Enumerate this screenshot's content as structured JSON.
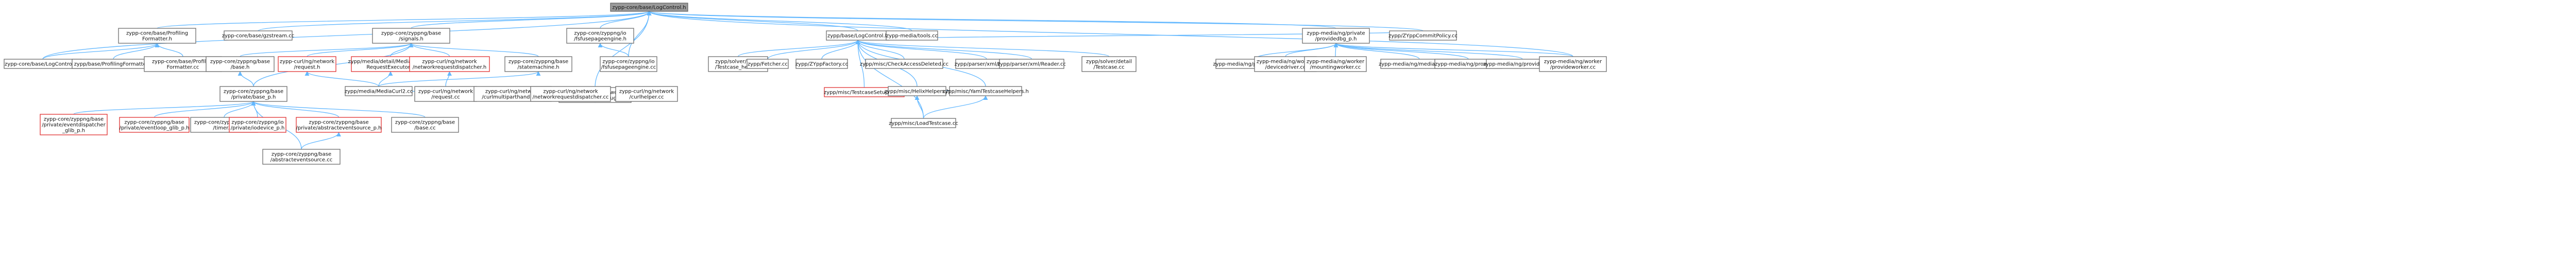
{
  "graph": {
    "colors": {
      "root_fill": "#9a9a9a",
      "node_border": "#6c6c6c",
      "missing_border": "#e03030",
      "edge": "#63b8ff"
    },
    "nodes": [
      {
        "id": "root",
        "lines": [
          "zypp-core/base/LogControl.h"
        ],
        "style": "root"
      },
      {
        "id": "profiling",
        "lines": [
          "zypp-core/base/Profiling",
          "Formatter.h"
        ],
        "style": "std"
      },
      {
        "id": "gzstream",
        "lines": [
          "zypp-core/base/gzstream.cc"
        ],
        "style": "std"
      },
      {
        "id": "signals",
        "lines": [
          "zypp-core/zyppng/base",
          "/signals.h"
        ],
        "style": "std"
      },
      {
        "id": "fsengine_h",
        "lines": [
          "zypp-core/zyppng/io",
          "/fsfusepageengine.h"
        ],
        "style": "std"
      },
      {
        "id": "base_logctl",
        "lines": [
          "zypp/base/LogControl.h"
        ],
        "style": "std"
      },
      {
        "id": "mediatools",
        "lines": [
          "zypp-media/tools.cc"
        ],
        "style": "std"
      },
      {
        "id": "provide_p",
        "lines": [
          "zypp-media/ng/private",
          "/providedbg_p.h"
        ],
        "style": "std"
      },
      {
        "id": "commitpol",
        "lines": [
          "zypp/ZYppCommitPolicy.cc"
        ],
        "style": "std"
      },
      {
        "id": "logctl_cc",
        "lines": [
          "zypp-core/base/LogControl.cc"
        ],
        "style": "std"
      },
      {
        "id": "profiling_h",
        "lines": [
          "zypp/base/ProfilingFormatter.h"
        ],
        "style": "std"
      },
      {
        "id": "profiling_cc",
        "lines": [
          "zypp-core/base/Profiling",
          "Formatter.cc"
        ],
        "style": "std"
      },
      {
        "id": "base_h",
        "lines": [
          "zypp-core/zyppng/base",
          "/base.h"
        ],
        "style": "std"
      },
      {
        "id": "curl_req",
        "lines": [
          "zypp-curl/ng/network",
          "/request.h"
        ],
        "style": "miss"
      },
      {
        "id": "req_exec",
        "lines": [
          "zypp/media/detail/MediaNetwork",
          "RequestExecutor.h"
        ],
        "style": "miss"
      },
      {
        "id": "req_disp",
        "lines": [
          "zypp-curl/ng/network",
          "/networkrequestdispatcher.h"
        ],
        "style": "miss"
      },
      {
        "id": "statemachine",
        "lines": [
          "zypp-core/zyppng/base",
          "/statemachine.h"
        ],
        "style": "std"
      },
      {
        "id": "media_p",
        "lines": [
          "zypp-curl/ng/network",
          "/private/mediadebug_p.h"
        ],
        "style": "std"
      },
      {
        "id": "fsengine_cc",
        "lines": [
          "zypp-core/zyppng/io",
          "/fsfusepageengine.cc"
        ],
        "style": "std"
      },
      {
        "id": "testcase_help",
        "lines": [
          "zypp/solver/detail",
          "/Testcase_helix.cc"
        ],
        "style": "std"
      },
      {
        "id": "fetcher",
        "lines": [
          "zypp/Fetcher.cc"
        ],
        "style": "std"
      },
      {
        "id": "zyppfactory",
        "lines": [
          "zypp/ZYppFactory.cc"
        ],
        "style": "std"
      },
      {
        "id": "checkaccess",
        "lines": [
          "zypp/misc/CheckAccessDeleted.cc"
        ],
        "style": "std"
      },
      {
        "id": "testcase_setup",
        "lines": [
          "zypp/misc/TestcaseSetupImpl.h"
        ],
        "style": "miss"
      },
      {
        "id": "parser_xml",
        "lines": [
          "zypp/parser/xml/Node.cc"
        ],
        "style": "std"
      },
      {
        "id": "parser_reader",
        "lines": [
          "zypp/parser/xml/Reader.cc"
        ],
        "style": "std"
      },
      {
        "id": "solver_testcase",
        "lines": [
          "zypp/solver/detail",
          "/Testcase.cc"
        ],
        "style": "std"
      },
      {
        "id": "providequeue",
        "lines": [
          "zypp-media/ng/providequeue.cc"
        ],
        "style": "std"
      },
      {
        "id": "worker_dev",
        "lines": [
          "zypp-media/ng/worker",
          "/devicedriver.cc"
        ],
        "style": "std"
      },
      {
        "id": "worker_mount",
        "lines": [
          "zypp-media/ng/worker",
          "/mountingworker.cc"
        ],
        "style": "std"
      },
      {
        "id": "mediaverifier",
        "lines": [
          "zypp-media/ng/mediaverifier.cc"
        ],
        "style": "std"
      },
      {
        "id": "provide_cc",
        "lines": [
          "zypp-media/ng/provide.cc"
        ],
        "style": "std"
      },
      {
        "id": "provideitem",
        "lines": [
          "zypp-media/ng/provideitem.cc"
        ],
        "style": "std"
      },
      {
        "id": "worker_prov",
        "lines": [
          "zypp-media/ng/worker",
          "/provideworker.cc"
        ],
        "style": "std"
      },
      {
        "id": "base_p",
        "lines": [
          "zypp-core/zyppng/base",
          "/private/base_p.h"
        ],
        "style": "std"
      },
      {
        "id": "mediacurl2",
        "lines": [
          "zypp/media/MediaCurl2.cc"
        ],
        "style": "std"
      },
      {
        "id": "req_cc",
        "lines": [
          "zypp-curl/ng/network",
          "/request.cc"
        ],
        "style": "std"
      },
      {
        "id": "curlmulti",
        "lines": [
          "zypp-curl/ng/network",
          "/curlmultiparthandler.cc"
        ],
        "style": "std"
      },
      {
        "id": "netdisp_cc",
        "lines": [
          "zypp-curl/ng/network",
          "/networkrequestdispatcher.cc"
        ],
        "style": "std"
      },
      {
        "id": "curlhelper",
        "lines": [
          "zypp-curl/ng/network",
          "/curlhelper.cc"
        ],
        "style": "std"
      },
      {
        "id": "helix",
        "lines": [
          "zypp/misc/HelixHelpers.h"
        ],
        "style": "std"
      },
      {
        "id": "yamltest",
        "lines": [
          "zypp/misc/YamlTestcaseHelpers.h"
        ],
        "style": "std"
      },
      {
        "id": "evdisp_glib",
        "lines": [
          "zypp-core/zyppng/base",
          "/private/eventdispatcher",
          "_glib_p.h"
        ],
        "style": "miss"
      },
      {
        "id": "evloop_glib",
        "lines": [
          "zypp-core/zyppng/base",
          "/private/eventloop_glib_p.h"
        ],
        "style": "miss"
      },
      {
        "id": "timer",
        "lines": [
          "zypp-core/zyppng/base",
          "/timer.cc"
        ],
        "style": "std"
      },
      {
        "id": "iodevice",
        "lines": [
          "zypp-core/zyppng/io",
          "/private/iodevice_p.h"
        ],
        "style": "miss"
      },
      {
        "id": "abstract_evsrc",
        "lines": [
          "zypp-core/zyppng/base",
          "/private/abstracteventsource_p.h"
        ],
        "style": "miss"
      },
      {
        "id": "base_cc",
        "lines": [
          "zypp-core/zyppng/base",
          "/base.cc"
        ],
        "style": "std"
      },
      {
        "id": "loadtestcase",
        "lines": [
          "zypp/misc/LoadTestcase.cc"
        ],
        "style": "std"
      },
      {
        "id": "abstract_evsrc_cc",
        "lines": [
          "zypp-core/zyppng/base",
          "/abstracteventsource.cc"
        ],
        "style": "std"
      }
    ],
    "edges": [
      [
        "root",
        "profiling"
      ],
      [
        "root",
        "gzstream"
      ],
      [
        "root",
        "signals"
      ],
      [
        "root",
        "fsengine_h"
      ],
      [
        "root",
        "base_logctl"
      ],
      [
        "root",
        "mediatools"
      ],
      [
        "root",
        "provide_p"
      ],
      [
        "root",
        "commitpol"
      ],
      [
        "root",
        "logctl_cc"
      ],
      [
        "root",
        "media_p"
      ],
      [
        "root",
        "fsengine_cc"
      ],
      [
        "root",
        "worker_prov"
      ],
      [
        "profiling",
        "logctl_cc"
      ],
      [
        "profiling",
        "profiling_h"
      ],
      [
        "profiling",
        "profiling_cc"
      ],
      [
        "signals",
        "base_h"
      ],
      [
        "signals",
        "curl_req"
      ],
      [
        "signals",
        "req_exec"
      ],
      [
        "signals",
        "req_disp"
      ],
      [
        "signals",
        "statemachine"
      ],
      [
        "signals",
        "base_p"
      ],
      [
        "fsengine_h",
        "fsengine_cc"
      ],
      [
        "base_h",
        "base_p"
      ],
      [
        "curl_req",
        "mediacurl2"
      ],
      [
        "req_exec",
        "mediacurl2"
      ],
      [
        "req_disp",
        "req_cc"
      ],
      [
        "statemachine",
        "mediacurl2"
      ],
      [
        "media_p",
        "mediacurl2"
      ],
      [
        "media_p",
        "req_cc"
      ],
      [
        "media_p",
        "curlmulti"
      ],
      [
        "media_p",
        "netdisp_cc"
      ],
      [
        "media_p",
        "curlhelper"
      ],
      [
        "base_p",
        "evdisp_glib"
      ],
      [
        "base_p",
        "evloop_glib"
      ],
      [
        "base_p",
        "timer"
      ],
      [
        "base_p",
        "iodevice"
      ],
      [
        "base_p",
        "abstract_evsrc"
      ],
      [
        "base_p",
        "base_cc"
      ],
      [
        "base_p",
        "abstract_evsrc_cc"
      ],
      [
        "abstract_evsrc",
        "abstract_evsrc_cc"
      ],
      [
        "base_logctl",
        "testcase_help"
      ],
      [
        "base_logctl",
        "fetcher"
      ],
      [
        "base_logctl",
        "zyppfactory"
      ],
      [
        "base_logctl",
        "checkaccess"
      ],
      [
        "base_logctl",
        "testcase_setup"
      ],
      [
        "base_logctl",
        "parser_xml"
      ],
      [
        "base_logctl",
        "parser_reader"
      ],
      [
        "base_logctl",
        "solver_testcase"
      ],
      [
        "base_logctl",
        "helix"
      ],
      [
        "base_logctl",
        "yamltest"
      ],
      [
        "base_logctl",
        "loadtestcase"
      ],
      [
        "base_logctl",
        "commitpol"
      ],
      [
        "testcase_setup",
        "helix"
      ],
      [
        "testcase_setup",
        "yamltest"
      ],
      [
        "helix",
        "loadtestcase"
      ],
      [
        "yamltest",
        "loadtestcase"
      ],
      [
        "provide_p",
        "providequeue"
      ],
      [
        "provide_p",
        "worker_dev"
      ],
      [
        "provide_p",
        "worker_mount"
      ],
      [
        "provide_p",
        "mediaverifier"
      ],
      [
        "provide_p",
        "provide_cc"
      ],
      [
        "provide_p",
        "provideitem"
      ],
      [
        "provide_p",
        "worker_prov"
      ]
    ]
  }
}
